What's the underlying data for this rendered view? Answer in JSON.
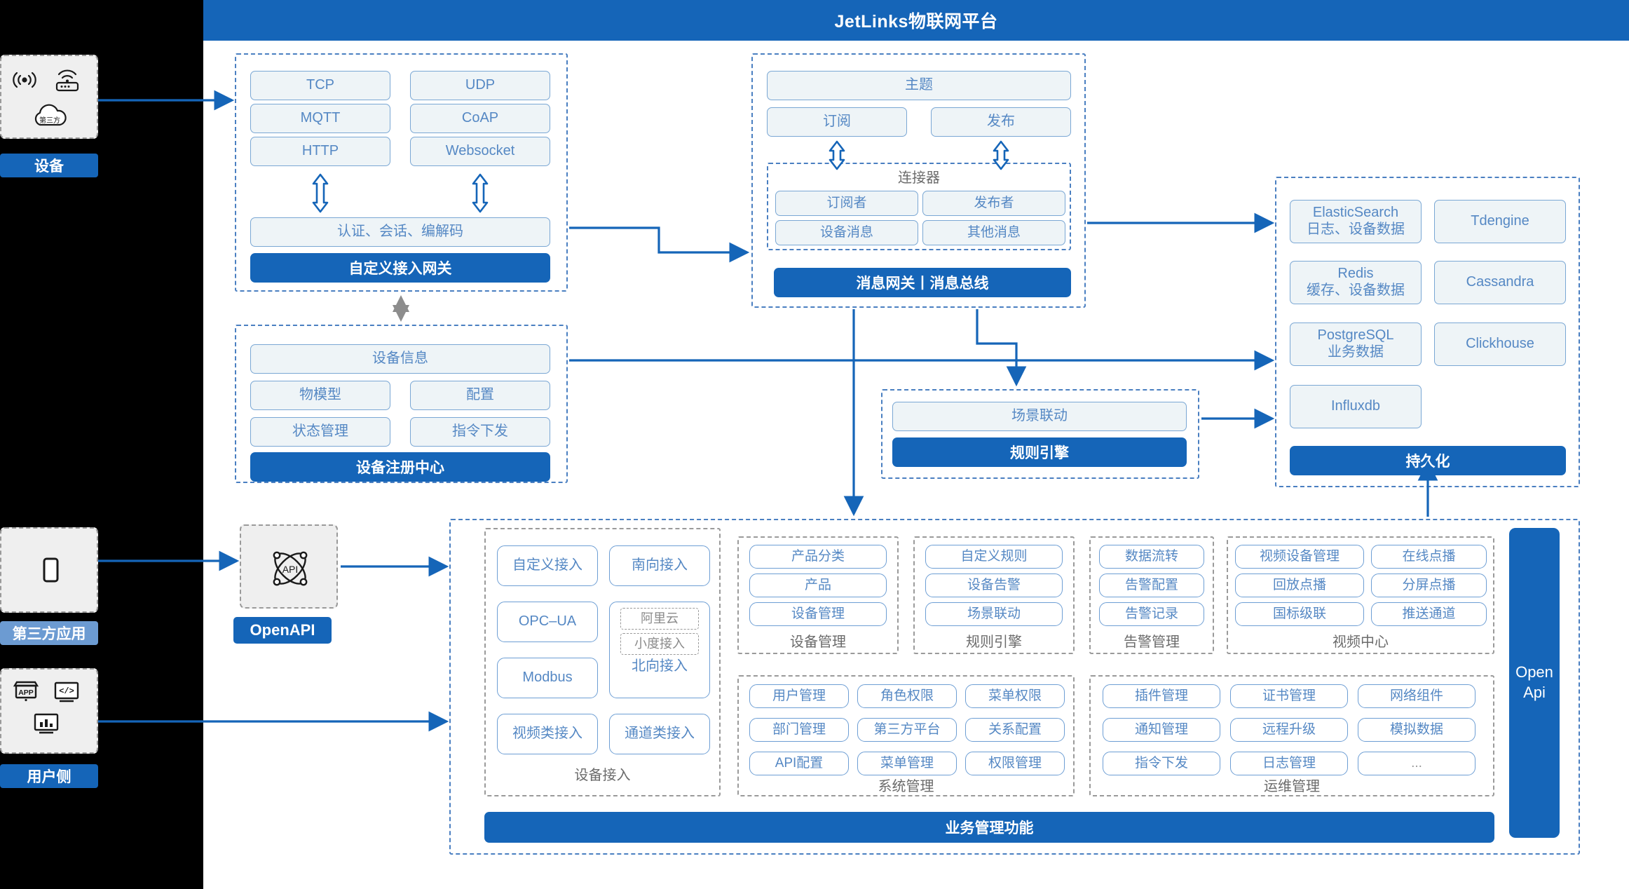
{
  "header": {
    "title": "JetLinks物联网平台",
    "accent": "#1565b8"
  },
  "palette": {
    "accent": "#1565b8",
    "chip_fill": "#eef4f7",
    "chip_border": "#7aa7d4",
    "chip_text": "#5588c4",
    "dash_blue": "#4a7fc1",
    "dash_gray": "#9a9a9a",
    "rail_bg": "#000000",
    "card_bg": "#efefef",
    "badge_light": "#6c9bd2"
  },
  "left_rail": {
    "items": [
      {
        "badge": "设备",
        "badge_style": "solid",
        "icons": [
          "signal-wave-icon",
          "router-wifi-icon",
          "third-party-cloud-icon"
        ],
        "cloud_label": "第三方"
      },
      {
        "badge": "第三方应用",
        "badge_style": "light",
        "icons": [
          "mobile-phone-icon"
        ]
      },
      {
        "badge": "用户侧",
        "badge_style": "solid",
        "icons": [
          "app-store-icon",
          "code-window-icon",
          "dashboard-chart-icon"
        ]
      }
    ]
  },
  "gateway": {
    "protocols": [
      "TCP",
      "UDP",
      "MQTT",
      "CoAP",
      "HTTP",
      "Websocket"
    ],
    "middle": "认证、会话、编解码",
    "footer": "自定义接入网关"
  },
  "message_bus": {
    "topic": "主题",
    "pubsub": [
      "订阅",
      "发布"
    ],
    "connector_label": "连接器",
    "connector_items": [
      "订阅者",
      "发布者",
      "设备消息",
      "其他消息"
    ],
    "footer": "消息网关丨消息总线"
  },
  "device_registry": {
    "top": "设备信息",
    "items": [
      "物模型",
      "配置",
      "状态管理",
      "指令下发"
    ],
    "footer": "设备注册中心"
  },
  "rule_engine": {
    "top": "场景联动",
    "footer": "规则引擎"
  },
  "persistence": {
    "items": [
      {
        "name": "ElasticSearch",
        "sub": "日志、设备数据"
      },
      {
        "name": "Tdengine",
        "sub": ""
      },
      {
        "name": "Redis",
        "sub": "缓存、设备数据"
      },
      {
        "name": "Cassandra",
        "sub": ""
      },
      {
        "name": "PostgreSQL",
        "sub": "业务数据"
      },
      {
        "name": "Clickhouse",
        "sub": ""
      },
      {
        "name": "Influxdb",
        "sub": ""
      }
    ],
    "footer": "持久化"
  },
  "openapi_node": {
    "icon": "api-atom-icon",
    "icon_text": "API",
    "badge": "OpenAPI"
  },
  "openapi_bar": {
    "line1": "Open",
    "line2": "Api"
  },
  "business": {
    "footer": "业务管理功能",
    "columns": [
      {
        "label": "设备接入",
        "left_items": [
          "自定义接入",
          "OPC–UA",
          "Modbus",
          "视频类接入"
        ],
        "right_items": [
          "南向接入",
          "北向接入",
          "通道类接入"
        ],
        "nested": [
          "阿里云",
          "小度接入"
        ]
      },
      {
        "label": "设备管理",
        "items": [
          "产品分类",
          "产品",
          "设备管理"
        ]
      },
      {
        "label": "规则引擎",
        "items": [
          "自定义规则",
          "设备告警",
          "场景联动"
        ]
      },
      {
        "label": "告警管理",
        "items": [
          "数据流转",
          "告警配置",
          "告警记录"
        ]
      },
      {
        "label": "视频中心",
        "items": [
          "视频设备管理",
          "在线点播",
          "回放点播",
          "分屏点播",
          "国标级联",
          "推送通道"
        ]
      },
      {
        "label": "系统管理",
        "items": [
          "用户管理",
          "角色权限",
          "菜单权限",
          "部门管理",
          "第三方平台",
          "关系配置",
          "API配置",
          "菜单管理",
          "权限管理"
        ]
      },
      {
        "label": "运维管理",
        "items": [
          "插件管理",
          "证书管理",
          "网络组件",
          "通知管理",
          "远程升级",
          "模拟数据",
          "指令下发",
          "日志管理",
          "..."
        ]
      }
    ]
  }
}
